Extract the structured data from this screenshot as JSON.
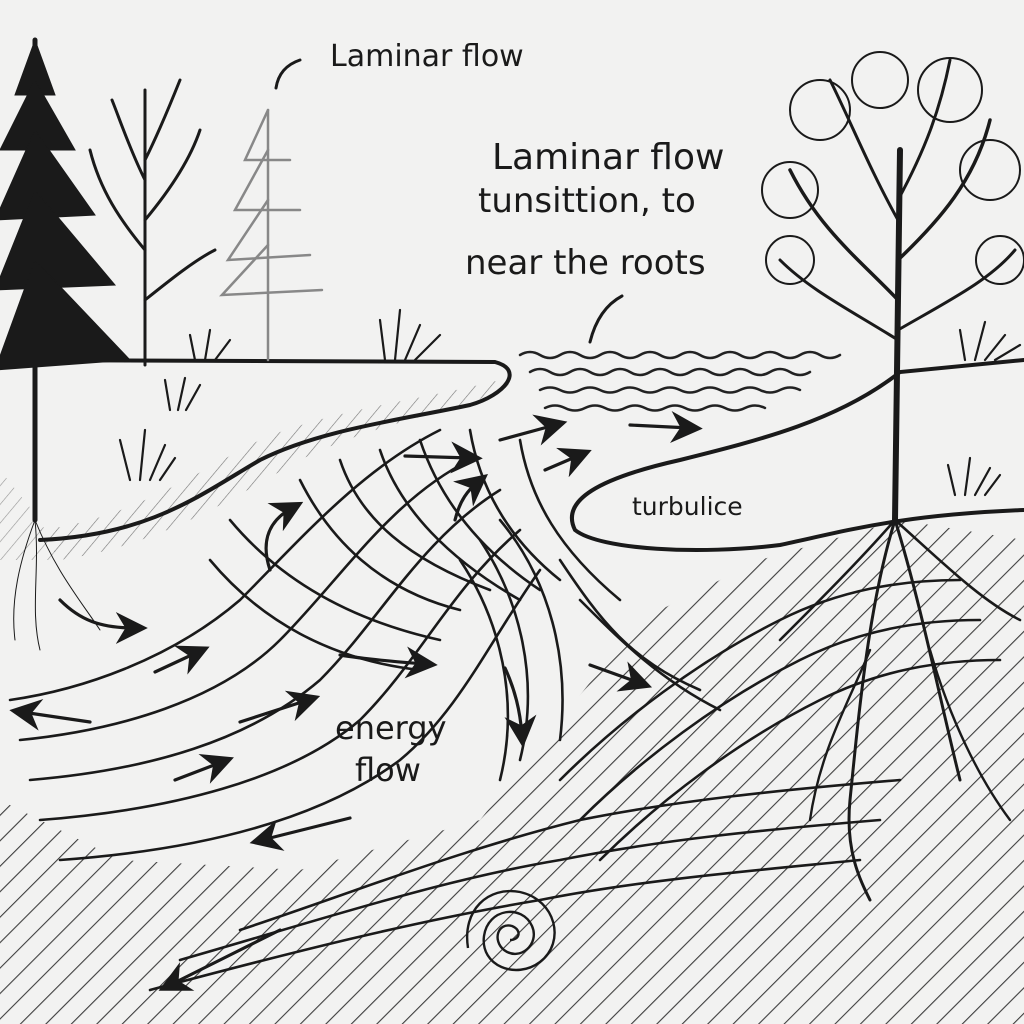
{
  "labels": {
    "laminar_top": "Laminar flow",
    "transition_line1": "Laminar flow",
    "transition_line2": "tunsittion, to",
    "transition_line3": "near the roots",
    "turbulence": "turbulice",
    "energy_line1": "energy",
    "energy_line2": "flow"
  },
  "colors": {
    "ink": "#1a1a1a",
    "paper": "#f2f2f1",
    "hatch": "#2a2a2a"
  },
  "icons": {
    "arrow": "arrow-icon",
    "spiral": "spiral-icon"
  }
}
